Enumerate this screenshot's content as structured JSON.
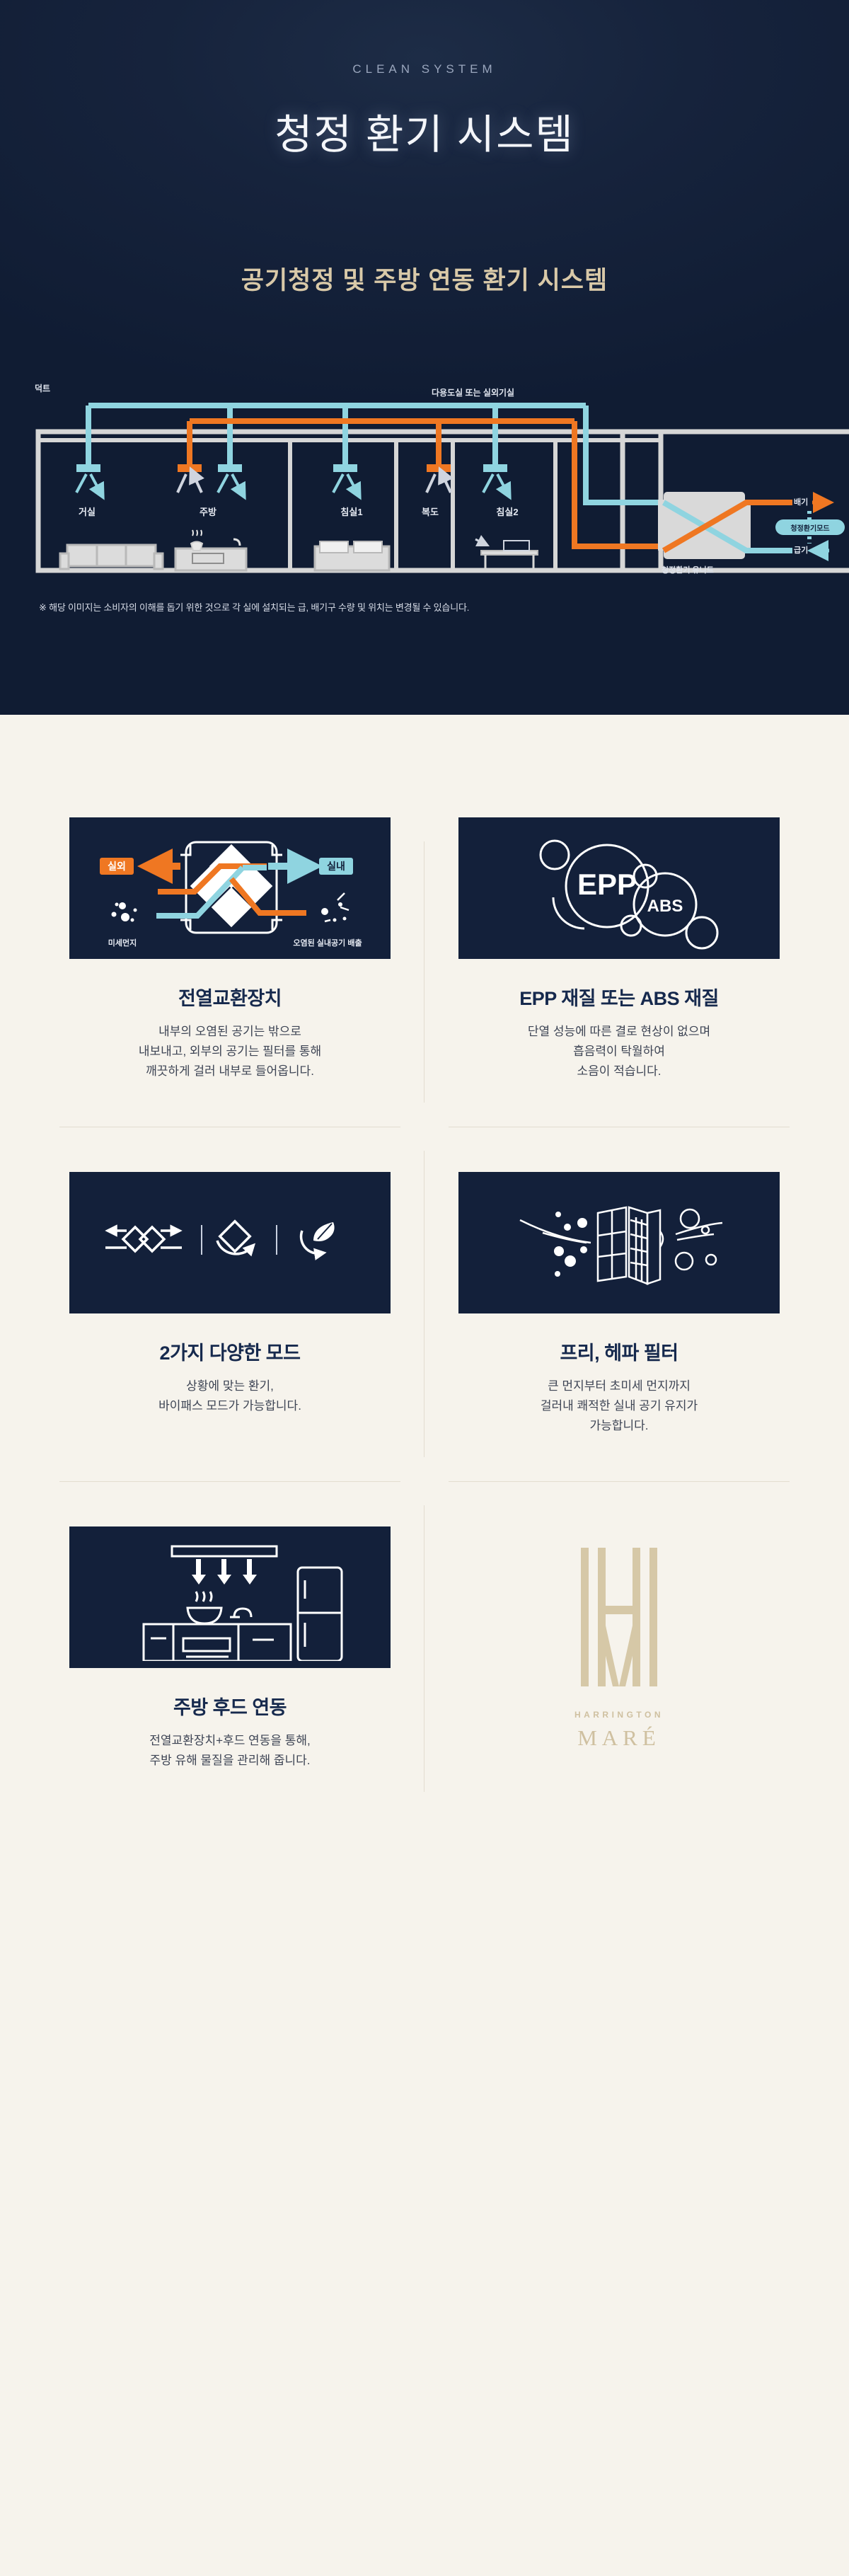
{
  "hero": {
    "eyebrow": "CLEAN SYSTEM",
    "title": "청정 환기 시스템",
    "subtitle": "공기청정 및 주방 연동 환기 시스템",
    "disclaimer": "※ 해당 이미지는 소비자의 이해를 돕기 위한 것으로 각 실에 설치되는 급, 배기구 수량 및 위치는 변경될 수 있습니다."
  },
  "diagram": {
    "duct_label": "덕트",
    "utility_label": "다용도실 또는 실외기실",
    "unit_label": "청정환기 유니트",
    "exhaust_label": "배기",
    "supply_label": "급기",
    "mode_badge": "청정환기모드",
    "rooms": [
      {
        "name": "거실"
      },
      {
        "name": "주방"
      },
      {
        "name": "침실1"
      },
      {
        "name": "복도"
      },
      {
        "name": "침실2"
      }
    ],
    "colors": {
      "supply": "#8fd4e0",
      "exhaust": "#ef7722",
      "wall": "#d6d6d6",
      "bg": "#101c33"
    }
  },
  "cards": [
    {
      "title": "전열교환장치",
      "desc": "내부의 오염된 공기는 밖으로\n내보내고, 외부의 공기는 필터를 통해\n깨끗하게 걸러 내부로 들어옵니다.",
      "art": "heat-exchanger",
      "art_labels": {
        "outdoor": "실외",
        "indoor": "실내",
        "dust": "미세먼지",
        "exhaust": "오염된 실내공기 배출"
      }
    },
    {
      "title": "EPP 재질 또는 ABS 재질",
      "desc": "단열 성능에 따른 결로 현상이 없으며\n흡음력이 탁월하여\n소음이 적습니다.",
      "art": "material-bubbles",
      "art_labels": {
        "epp": "EPP",
        "abs": "ABS"
      }
    },
    {
      "title": "2가지 다양한 모드",
      "desc": "상황에 맞는 환기,\n바이패스 모드가 가능합니다.",
      "art": "modes-icons",
      "art_labels": {}
    },
    {
      "title": "프리, 헤파 필터",
      "desc": "큰 먼지부터 초미세 먼지까지\n걸러내 쾌적한 실내 공기 유지가\n가능합니다.",
      "art": "filter",
      "art_labels": {}
    },
    {
      "title": "주방 후드 연동",
      "desc": "전열교환장치+후드 연동을 통해,\n주방 유해 물질을 관리해 줍니다.",
      "art": "kitchen-hood",
      "art_labels": {}
    }
  ],
  "brand": {
    "name": "HARRINGTON",
    "word": "MARÉ",
    "monogram": "HM",
    "color": "#cfc0a0"
  }
}
